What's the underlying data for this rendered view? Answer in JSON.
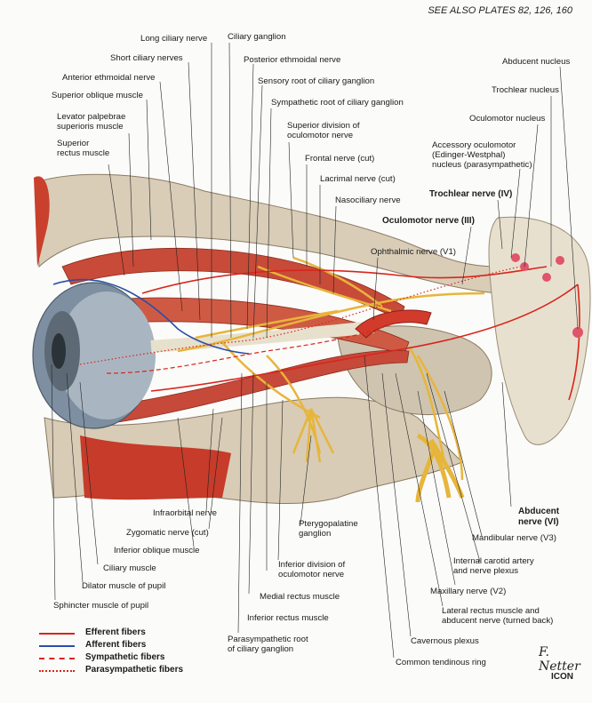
{
  "header": {
    "see_also": "SEE ALSO PLATES 82, 126, 160"
  },
  "labels": {
    "long_ciliary": "Long ciliary nerve",
    "ciliary_ganglion": "Ciliary ganglion",
    "short_ciliary": "Short ciliary nerves",
    "post_ethmoidal": "Posterior ethmoidal nerve",
    "ant_ethmoidal": "Anterior ethmoidal nerve",
    "sensory_root": "Sensory root of ciliary ganglion",
    "sup_oblique": "Superior oblique muscle",
    "symp_root": "Sympathetic root of ciliary ganglion",
    "levator_1": "Levator palpebrae",
    "levator_2": "superioris muscle",
    "sup_division_1": "Superior division of",
    "sup_division_2": "oculomotor nerve",
    "sup_rectus_1": "Superior",
    "sup_rectus_2": "rectus muscle",
    "frontal": "Frontal nerve (cut)",
    "lacrimal": "Lacrimal nerve (cut)",
    "nasociliary": "Nasociliary nerve",
    "abducent_nucleus": "Abducent nucleus",
    "trochlear_nucleus": "Trochlear nucleus",
    "oculomotor_nucleus": "Oculomotor nucleus",
    "accessory_1": "Accessory oculomotor",
    "accessory_2": "(Edinger-Westphal)",
    "accessory_3": "nucleus (parasympathetic)",
    "trochlear_nerve": "Trochlear nerve (IV)",
    "oculomotor_nerve": "Oculomotor nerve (III)",
    "ophthalmic": "Ophthalmic nerve (V1)",
    "abducent_nerve_1": "Abducent",
    "abducent_nerve_2": "nerve (VI)",
    "infraorbital": "Infraorbital nerve",
    "zygomatic": "Zygomatic nerve (cut)",
    "inf_oblique": "Inferior oblique muscle",
    "ciliary_muscle": "Ciliary muscle",
    "dilator": "Dilator muscle of pupil",
    "sphincter": "Sphincter muscle of pupil",
    "pterygopalatine_1": "Pterygopalatine",
    "pterygopalatine_2": "ganglion",
    "inf_division_1": "Inferior division of",
    "inf_division_2": "oculomotor nerve",
    "medial_rectus": "Medial rectus muscle",
    "inf_rectus": "Inferior rectus muscle",
    "parasymp_root_1": "Parasympathetic root",
    "parasymp_root_2": "of ciliary ganglion",
    "mandibular": "Mandibular nerve (V3)",
    "internal_carotid_1": "Internal carotid artery",
    "internal_carotid_2": "and nerve plexus",
    "maxillary": "Maxillary nerve (V2)",
    "lateral_rectus_1": "Lateral rectus muscle and",
    "lateral_rectus_2": "abducent nerve (turned back)",
    "cavernous": "Cavernous plexus",
    "common_ring": "Common tendinous ring"
  },
  "legend": [
    {
      "label": "Efferent fibers",
      "color": "#d8261c",
      "style": "solid"
    },
    {
      "label": "Afferent fibers",
      "color": "#2a4fa8",
      "style": "solid"
    },
    {
      "label": "Sympathetic fibers",
      "color": "#d8261c",
      "style": "dashed"
    },
    {
      "label": "Parasympathetic fibers",
      "color": "#d8261c",
      "style": "dotted"
    }
  ],
  "signature": "F. Netter",
  "publisher_logo": "ICON"
}
